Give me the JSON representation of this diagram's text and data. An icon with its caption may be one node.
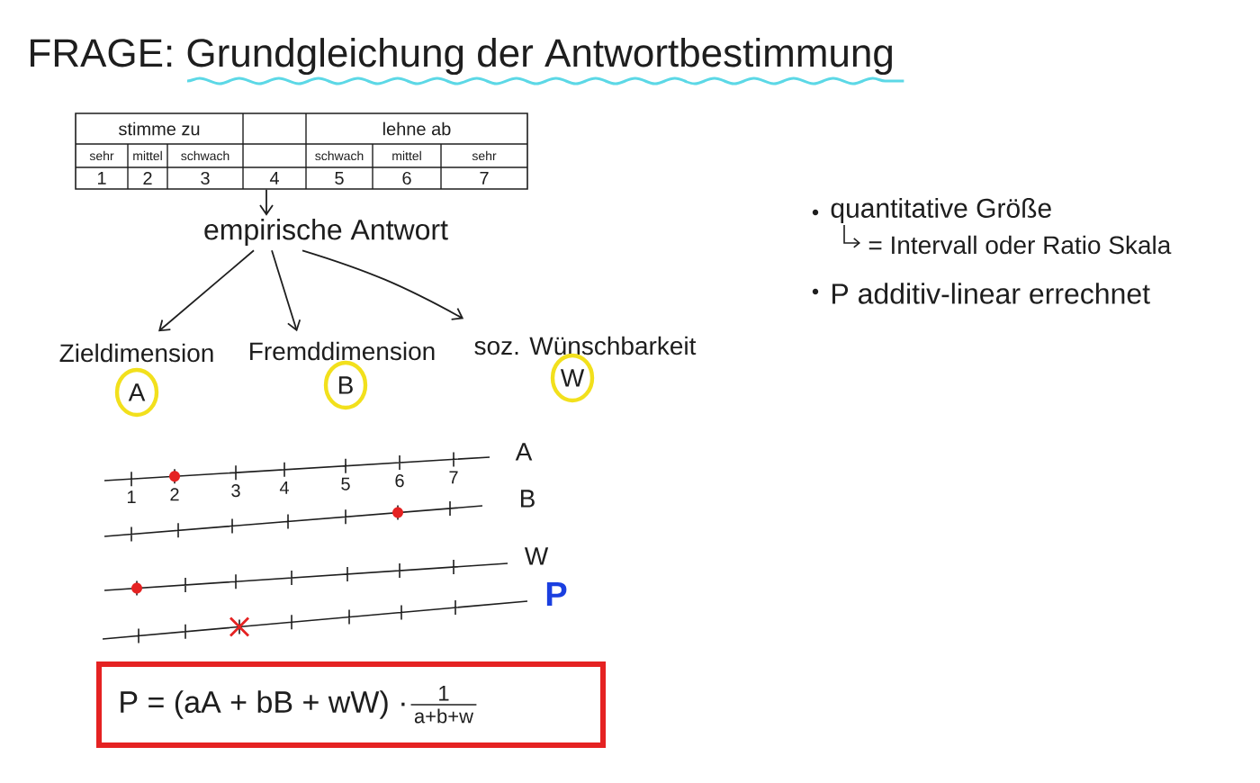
{
  "diagram": {
    "title": "FRAGE: Grundgleichung der Antwortbestimmung",
    "nodes": [
      {
        "text": [
          "stimme zu",
          "lehne ab",
          "sehr",
          "mittel",
          "schwach",
          "schwach",
          "mittel",
          "sehr",
          "1",
          "2",
          "3",
          "4",
          "5",
          "6",
          "7"
        ]
      },
      {
        "text": [
          "empirische Antwort"
        ]
      },
      {
        "text": [
          "Zieldimension"
        ]
      },
      {
        "text": [
          "Fremddimension"
        ]
      },
      {
        "text": [
          "soz. Wünschbarkeit"
        ]
      },
      {
        "text": [
          "A"
        ]
      },
      {
        "text": [
          "B"
        ]
      },
      {
        "text": [
          "W"
        ]
      },
      {
        "text": [
          "P = (aA + bB + wW) ·",
          "1",
          "a+b+w"
        ]
      }
    ],
    "edges": [
      {
        "from": 0,
        "to": 1,
        "arrow": "to"
      },
      {
        "from": 1,
        "to": 2,
        "arrow": "to"
      },
      {
        "from": 1,
        "to": 3,
        "arrow": "to"
      },
      {
        "from": 1,
        "to": 4,
        "arrow": "to"
      }
    ],
    "labels": [
      "quantitative Größe",
      "= Intervall oder Ratio Skala",
      "P additiv-linear errechnet",
      "A",
      "1",
      "2",
      "3",
      "4",
      "5",
      "6",
      "7",
      "B",
      "W",
      "P"
    ]
  }
}
